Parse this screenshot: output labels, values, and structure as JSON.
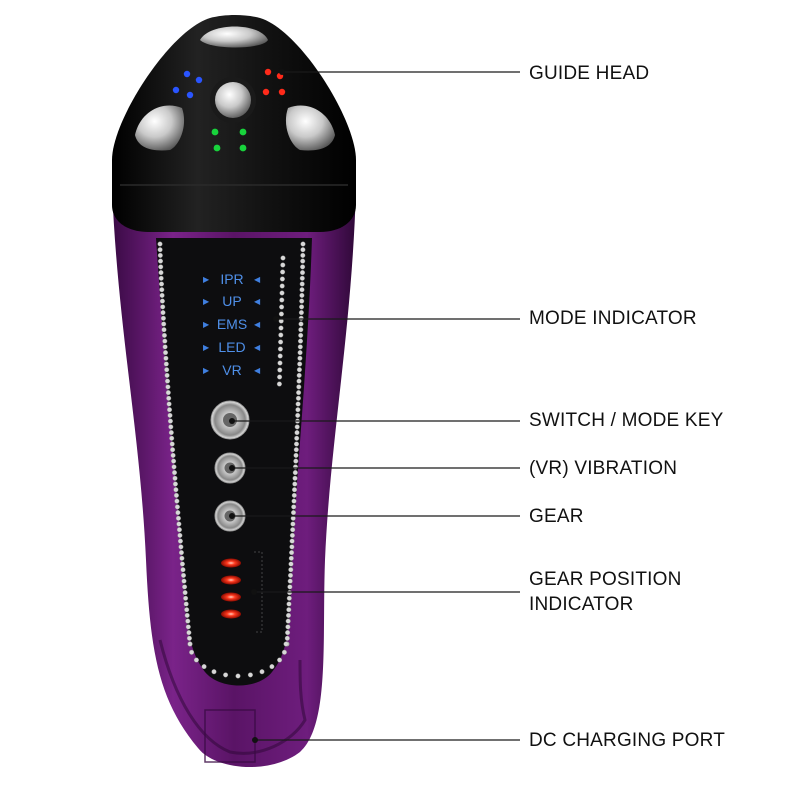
{
  "callouts": {
    "guide_head": "GUIDE HEAD",
    "mode_indicator": "MODE INDICATOR",
    "switch_mode_key": "SWITCH / MODE KEY",
    "vibration": "(VR) VIBRATION",
    "gear": "GEAR",
    "gear_position_line1": "GEAR POSITION",
    "gear_position_line2": "INDICATOR",
    "dc_charging_port": "DC CHARGING PORT"
  },
  "device": {
    "modes": [
      "IPR",
      "UP",
      "EMS",
      "LED",
      "VR"
    ],
    "gear_levels_lit": 4,
    "colors": {
      "body": "#5a1466",
      "body_highlight": "#8a2f9a",
      "head": "#0b0b0b",
      "panel": "#0d0d0f",
      "mode_text": "#4f8fe8",
      "led_red": "#ff2a1a",
      "led_blue": "#1e4dff",
      "led_green": "#16c93a"
    }
  }
}
